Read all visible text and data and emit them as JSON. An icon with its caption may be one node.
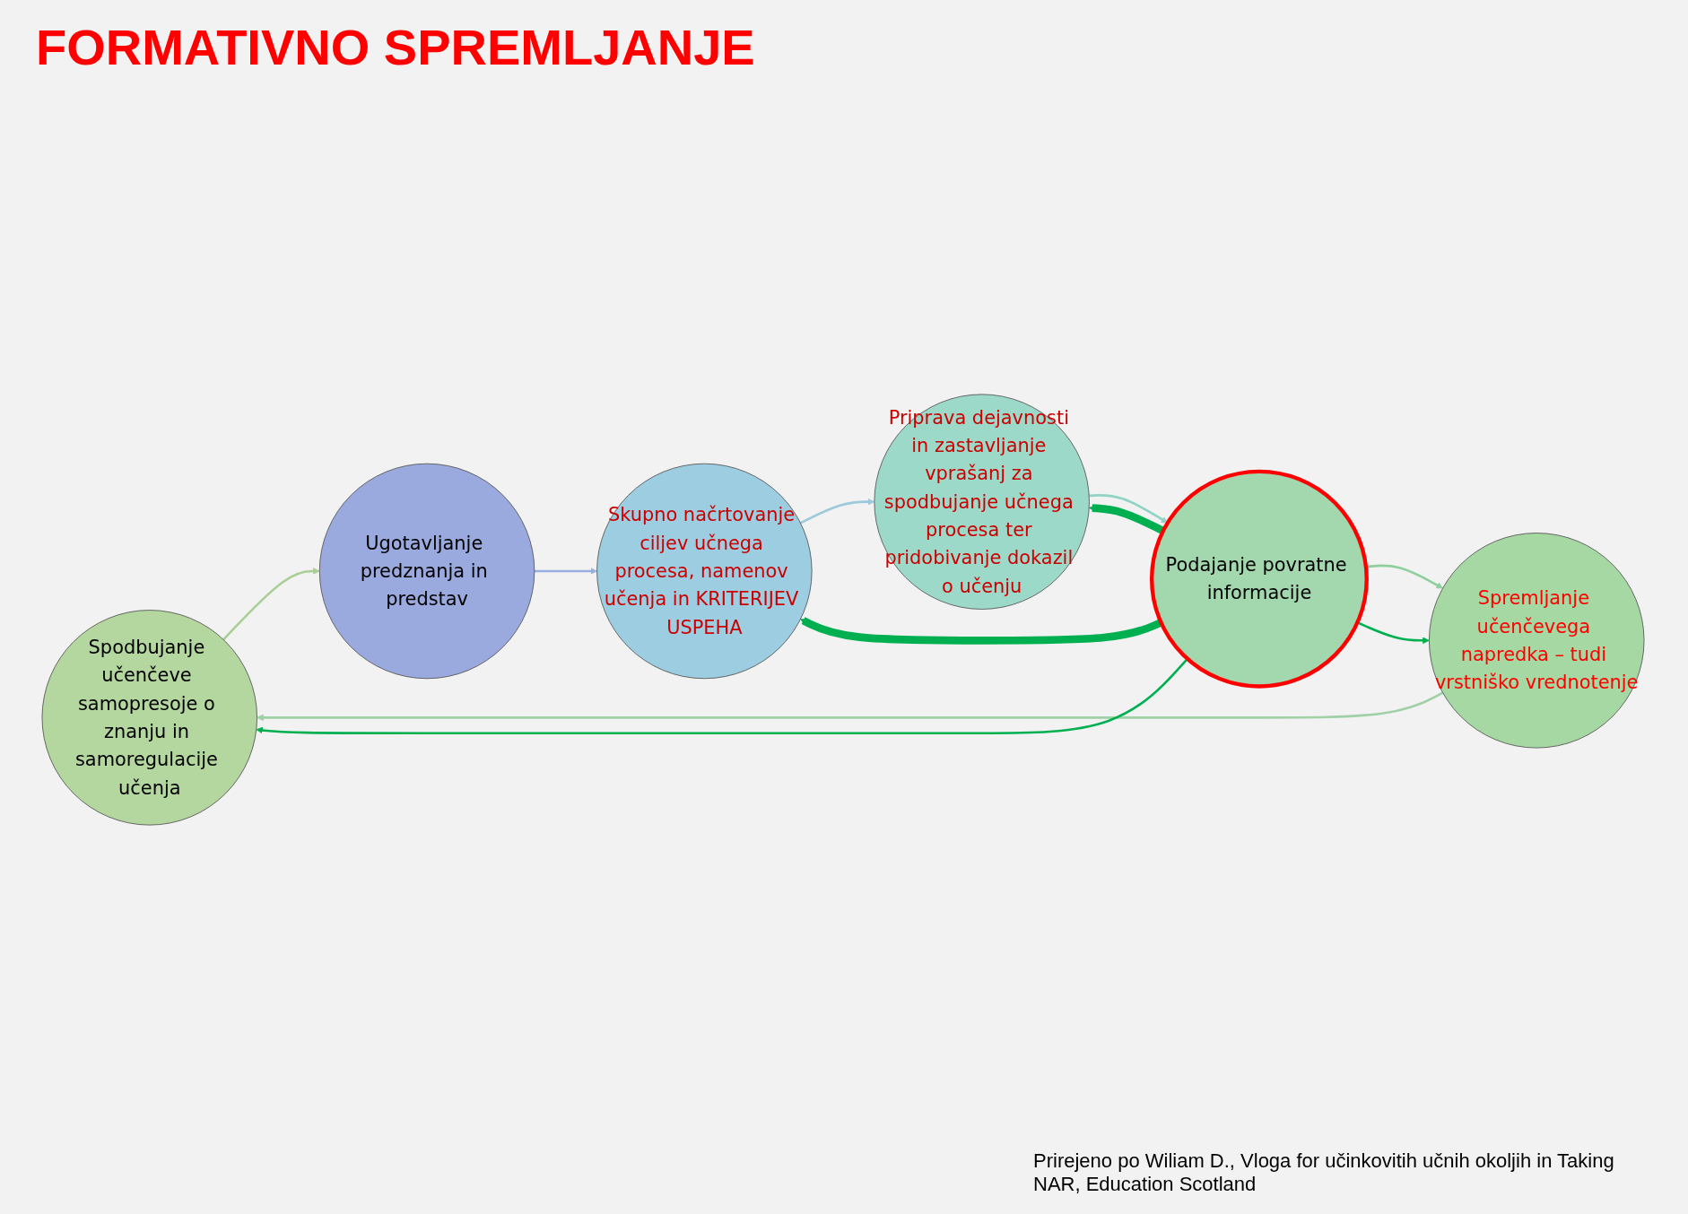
{
  "diagram": {
    "title": "FORMATIVNO SPREMLJANJE",
    "caption": "Prirejeno po  Wiliam D., Vloga for učinkovitih učnih okoljih in Taking NAR, Education Scotland",
    "nodes": [
      {
        "text": [
          "Spodbujanje učenčeve samopresoje o znanju in samoregulacije učenja"
        ]
      },
      {
        "text": [
          "Ugotavljanje predznanja in predstav"
        ]
      },
      {
        "text": [
          "Skupno načrtovanje ciljev učnega procesa, namenov učenja in KRITERIJEV USPEHA"
        ]
      },
      {
        "text": [
          "Priprava dejavnosti in zastavljanje vprašanj za spodbujanje učnega procesa ter pridobivanje dokazil o učenju"
        ]
      },
      {
        "text": [
          "Podajanje povratne informacije"
        ]
      },
      {
        "text": [
          "Spremljanje učenčevega napredka – tudi vrstniško vrednotenje"
        ]
      }
    ],
    "edges": [
      {
        "from": 0,
        "to": 1,
        "arrow": "to",
        "color": "#a9cf96"
      },
      {
        "from": 1,
        "to": 2,
        "arrow": "to",
        "color": "#9aaee0"
      },
      {
        "from": 2,
        "to": 3,
        "arrow": "to",
        "color": "#9cc9dc"
      },
      {
        "from": 3,
        "to": 4,
        "arrow": "to",
        "color": "#8fd4c4"
      },
      {
        "from": 4,
        "to": 5,
        "arrow": "to",
        "color": "#8fcf9f"
      },
      {
        "from": 5,
        "to": 0,
        "arrow": "to",
        "color": "#9fd0a6"
      },
      {
        "from": 4,
        "to": 0,
        "arrow": "to",
        "color": "#00b050"
      },
      {
        "from": 4,
        "to": 5,
        "arrow": "to",
        "color": "#00b050"
      },
      {
        "from": 4,
        "to": 2,
        "arrow": "to",
        "style": "thick",
        "color": "#00b050"
      },
      {
        "from": 4,
        "to": 3,
        "arrow": "to",
        "style": "thick",
        "color": "#00b050"
      }
    ]
  }
}
